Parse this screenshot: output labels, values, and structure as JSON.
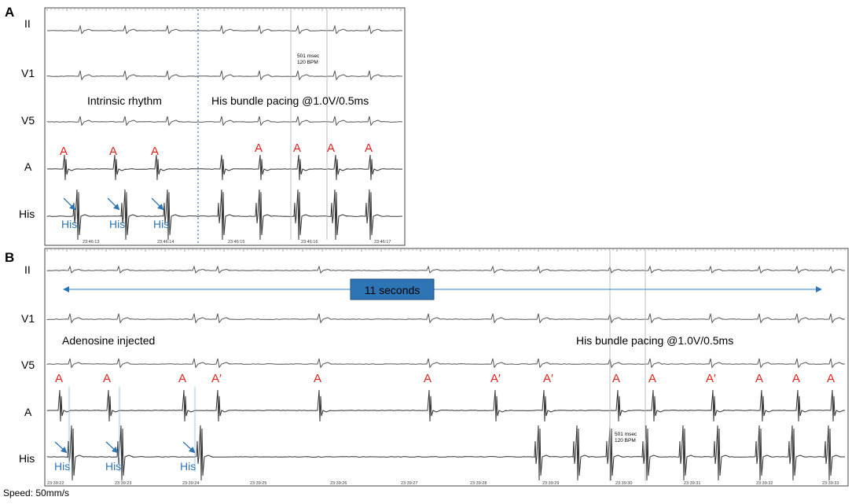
{
  "panel_a": {
    "letter": "A",
    "leads": [
      "II",
      "V1",
      "V5",
      "A",
      "His"
    ],
    "measurement": {
      "line1": "501 msec",
      "line2": "120 BPM"
    },
    "label_intrinsic": "Intrinsic rhythm",
    "label_pacing": "His bundle pacing @1.0V/0.5ms",
    "atrial_markers": [
      "A",
      "A",
      "A",
      "A",
      "A",
      "A",
      "A"
    ],
    "his_markers": [
      "His",
      "His",
      "His"
    ],
    "timestamps": [
      "23:46:13",
      "23:46:14",
      "23:46:15",
      "23:46:16",
      "23:46:17"
    ]
  },
  "panel_b": {
    "letter": "B",
    "leads": [
      "II",
      "V1",
      "V5",
      "A",
      "His"
    ],
    "duration_label": "11 seconds",
    "label_adenosine": "Adenosine injected",
    "label_pacing": "His bundle pacing @1.0V/0.5ms",
    "atrial_markers": [
      "A",
      "A",
      "A",
      "A′",
      "A",
      "A",
      "A′",
      "A′",
      "A",
      "A",
      "A′",
      "A",
      "A",
      "A"
    ],
    "his_markers": [
      "His",
      "His",
      "His"
    ],
    "measurement": {
      "line1": "501 msec",
      "line2": "120 BPM"
    },
    "timestamps": [
      "23:39:22",
      "23:39:23",
      "23:39:24",
      "23:39:25",
      "23:39:26",
      "23:39:27",
      "23:39:28",
      "23:39:29",
      "23:39:30",
      "23:39:31",
      "23:39:32",
      "23:39:33"
    ]
  },
  "footer": {
    "speed": "Speed: 50mm/s"
  },
  "colors": {
    "annotation_red": "#e0201b",
    "annotation_blue": "#2e75b6",
    "duration_box": "#2e75b6",
    "trace": "#555555"
  }
}
